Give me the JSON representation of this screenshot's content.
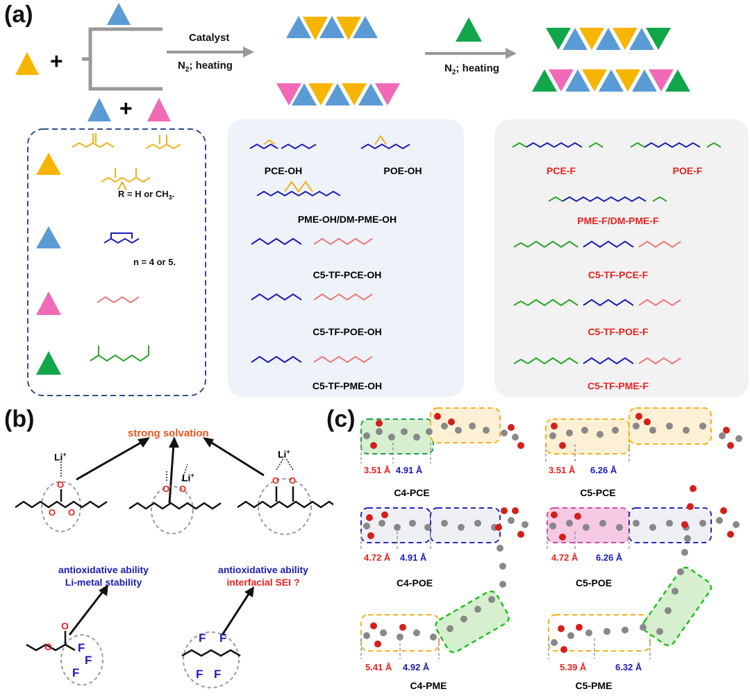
{
  "panel_a": {
    "label": "(a)",
    "catalyst": "Catalyst",
    "cond1": "N",
    "cond1_sub": "2",
    "cond1_rest": "; heating",
    "cond2": "N",
    "cond2_sub": "2",
    "cond2_rest": "; heating",
    "plus": "+",
    "r_label": "R = H or CH",
    "r_sub": "3",
    "r_end": ".",
    "n_label": "n = 4 or 5.",
    "oh_names": [
      "PCE-OH",
      "POE-OH",
      "PME-OH/DM-PME-OH",
      "C5-TF-PCE-OH",
      "C5-TF-POE-OH",
      "C5-TF-PME-OH"
    ],
    "f_names": [
      "PCE-F",
      "POE-F",
      "PME-F/DM-PME-F",
      "C5-TF-PCE-F",
      "C5-TF-POE-F",
      "C5-TF-PME-F"
    ]
  },
  "panel_b": {
    "label": "(b)",
    "strong_solvation": "strong solvation",
    "li": "Li",
    "anti1_line1": "antioxidative  ability",
    "anti1_line2": "Li-metal stability",
    "anti2_line1": "antioxidative ability",
    "anti2_line2": "interfacial SEI ?"
  },
  "panel_c": {
    "label": "(c)",
    "molecules": [
      {
        "name": "C4-PCE",
        "d1": "3.51 Å",
        "d2": "4.91 Å"
      },
      {
        "name": "C5-PCE",
        "d1": "3.51 Å",
        "d2": "6.26 Å"
      },
      {
        "name": "C4-POE",
        "d1": "4.72 Å",
        "d2": "4.91 Å"
      },
      {
        "name": "C5-POE",
        "d1": "4.72 Å",
        "d2": "6.26 Å"
      },
      {
        "name": "C4-PME",
        "d1": "5.41 Å",
        "d2": "4.92 Å"
      },
      {
        "name": "C5-PME",
        "d1": "5.39 Å",
        "d2": "6.32 Å"
      }
    ]
  },
  "colors": {
    "yellow": "#f7b500",
    "blue": "#5b9bd5",
    "pink": "#f06ab8",
    "green": "#12a64b",
    "red": "#e8211d",
    "navy": "#1b1bb5",
    "orange_text": "#e8541b"
  }
}
